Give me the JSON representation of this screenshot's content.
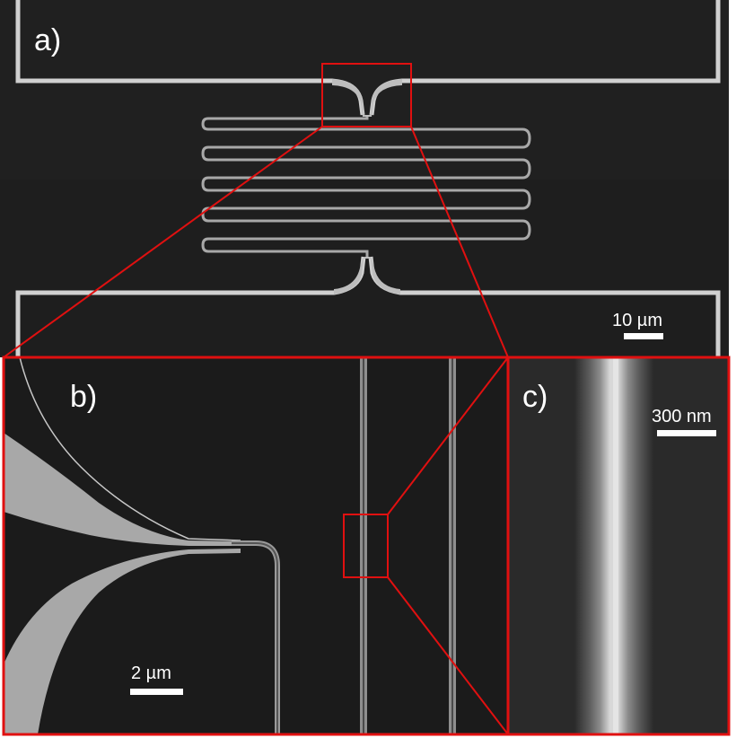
{
  "panels": {
    "a": {
      "label": "a)",
      "scale_bar": "10 µm"
    },
    "b": {
      "label": "b)",
      "scale_bar": "2 µm"
    },
    "c": {
      "label": "c)",
      "scale_bar": "300 nm"
    }
  },
  "colors": {
    "background": "#1c1c1c",
    "structure": "#c9c9c9",
    "highlight_frame": "#e01010",
    "text": "#ffffff"
  }
}
